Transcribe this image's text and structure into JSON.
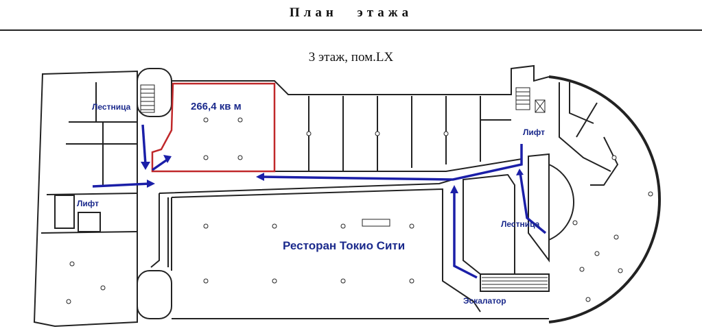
{
  "header": {
    "title": "План этажа"
  },
  "plan": {
    "subtitle": "3 этаж, пом.LX",
    "room_area": "266,4 кв м",
    "restaurant": "Ресторан Токио Сити",
    "labels": {
      "stairs_left": "Лестница",
      "lift_left": "Лифт",
      "lift_right": "Лифт",
      "stairs_right": "Лестница",
      "escalator": "Эскалатор"
    },
    "colors": {
      "walls": "#222222",
      "highlight": "#c0282a",
      "route": "#1b1fa8",
      "labels": "#1b2a8c"
    }
  }
}
